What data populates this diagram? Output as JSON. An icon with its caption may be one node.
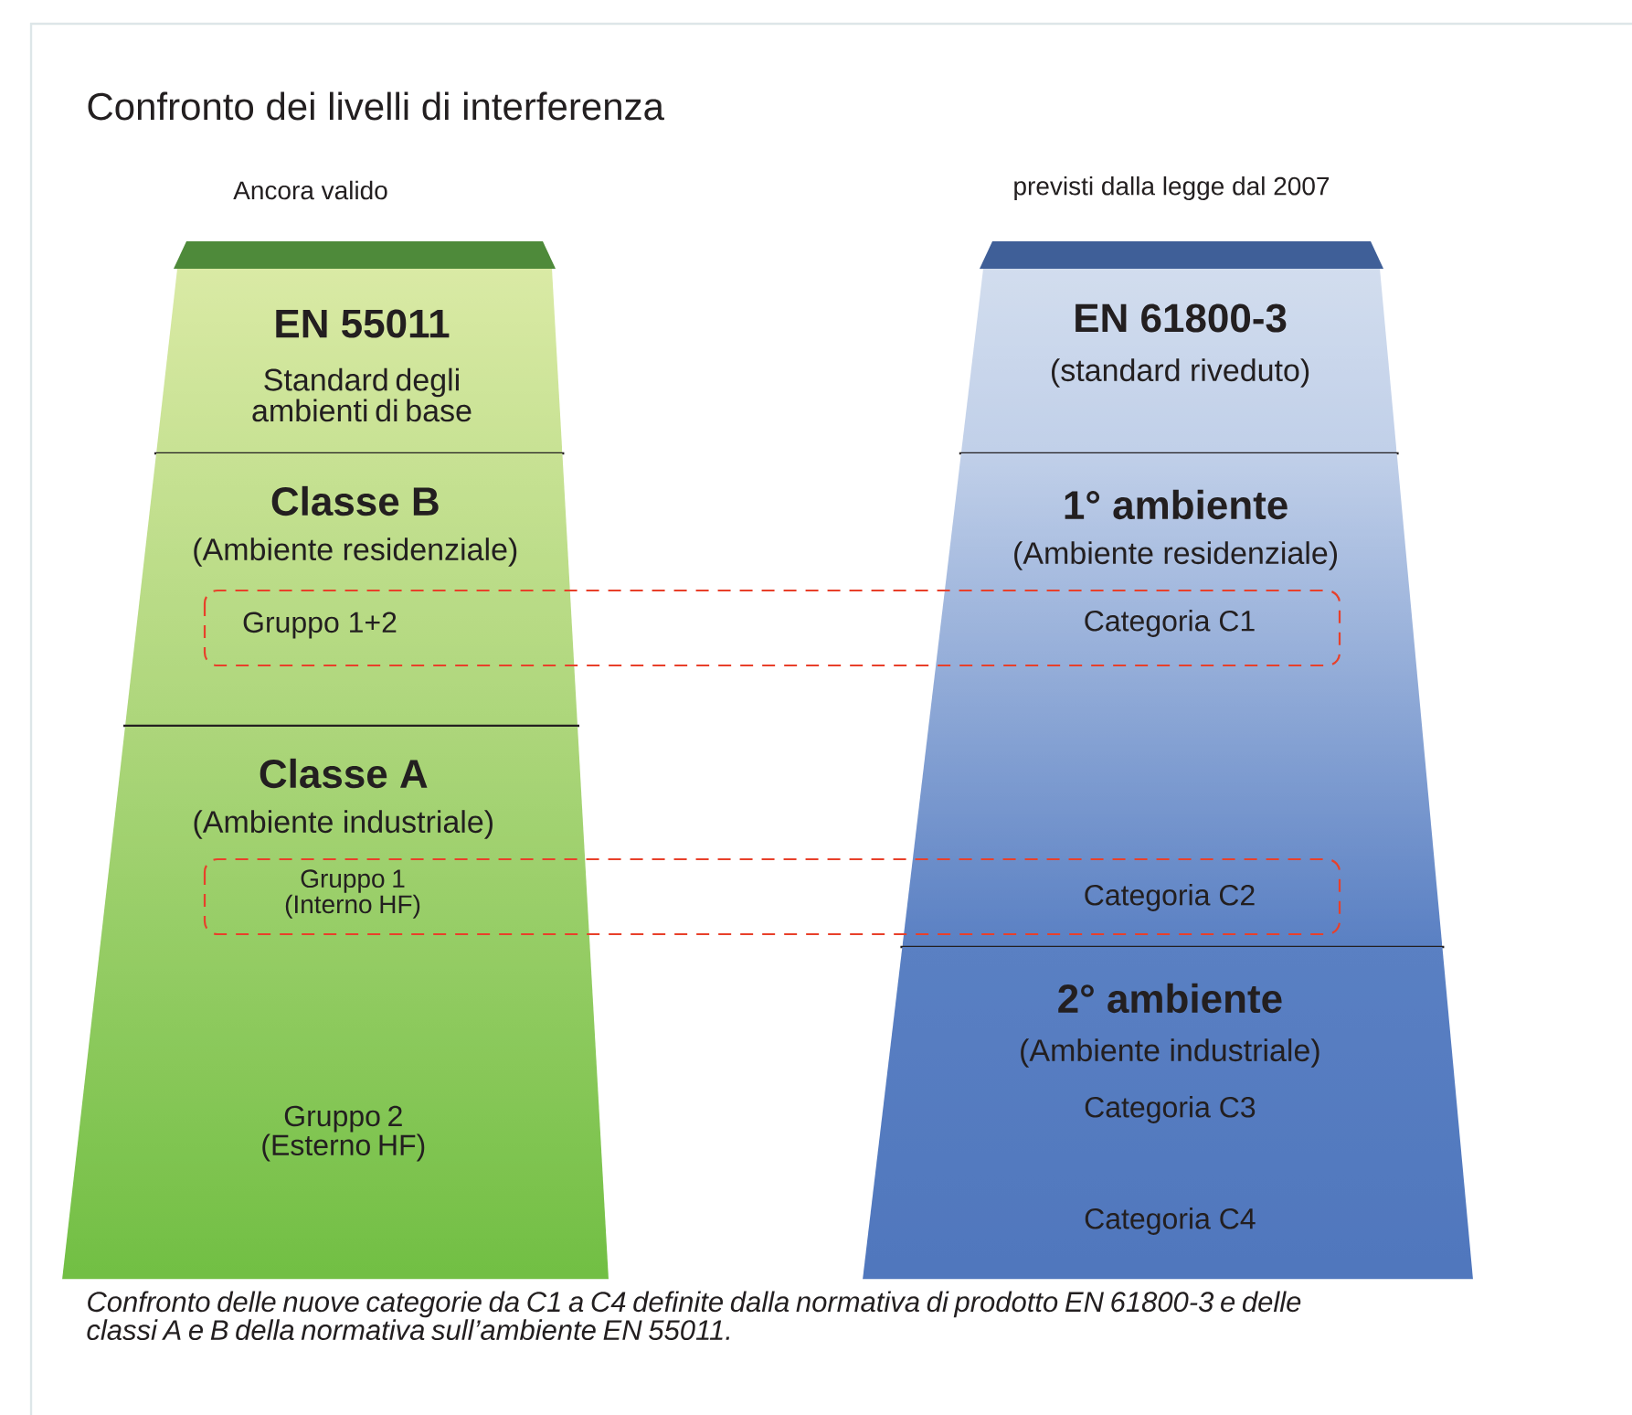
{
  "diagram": {
    "title": "Confronto dei livelli di interferenza",
    "caption": "Confronto delle nuove categorie da C1 a C4 definite dalla normativa di prodotto EN 61800-3 e delle classi A e B della normativa sull’ambiente EN 55011.",
    "nodes": [
      {
        "text": [
          "EN 55011",
          "Standard degli ambienti di base"
        ]
      },
      {
        "text": [
          "Classe B",
          "(Ambiente residenziale)"
        ]
      },
      {
        "text": [
          "Gruppo 1+2",
          "Categoria C1"
        ]
      },
      {
        "text": [
          "Classe A",
          "(Ambiente industriale)",
          "Gruppo 2 (Esterno HF)"
        ]
      },
      {
        "text": [
          "Gruppo 1 (Interno HF)",
          "Categoria C2"
        ]
      },
      {
        "text": [
          "EN 61800-3",
          "(standard riveduto)"
        ]
      },
      {
        "text": [
          "1° ambiente",
          "(Ambiente residenziale)"
        ]
      },
      {
        "text": [
          "2° ambiente",
          "(Ambiente industriale)",
          "Categoria C3",
          "Categoria C4"
        ]
      }
    ],
    "labels": [
      "Ancora valido",
      "previsti dalla legge dal 2007"
    ]
  }
}
